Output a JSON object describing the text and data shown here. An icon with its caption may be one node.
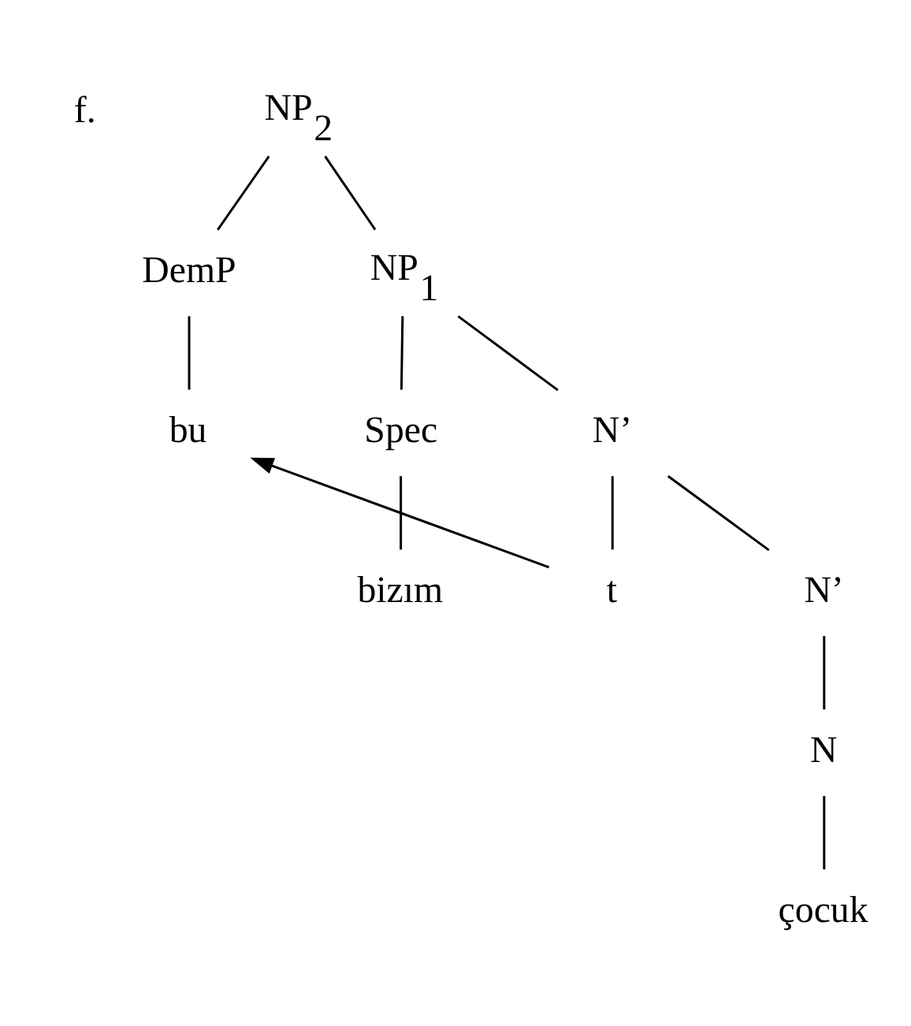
{
  "diagram": {
    "nodes": [
      {
        "text": [
          "NP$_{2}$"
        ]
      },
      {
        "text": [
          "DemP"
        ]
      },
      {
        "text": [
          "NP$_{1}$"
        ]
      },
      {
        "text": [
          "bu"
        ]
      },
      {
        "text": [
          "Spec"
        ]
      },
      {
        "text": [
          "N’"
        ]
      },
      {
        "text": [
          "bizım"
        ]
      },
      {
        "text": [
          "t"
        ]
      },
      {
        "text": [
          "N’"
        ]
      },
      {
        "text": [
          "N"
        ]
      },
      {
        "text": [
          "çocuk"
        ]
      }
    ],
    "edges": [
      {
        "from": 0,
        "to": 1,
        "arrow": "none"
      },
      {
        "from": 0,
        "to": 2,
        "arrow": "none"
      },
      {
        "from": 1,
        "to": 3,
        "arrow": "none"
      },
      {
        "from": 2,
        "to": 4,
        "arrow": "none"
      },
      {
        "from": 2,
        "to": 5,
        "arrow": "none"
      },
      {
        "from": 4,
        "to": 6,
        "arrow": "none"
      },
      {
        "from": 5,
        "to": 7,
        "arrow": "none"
      },
      {
        "from": 5,
        "to": 8,
        "arrow": "none"
      },
      {
        "from": 8,
        "to": 9,
        "arrow": "none"
      },
      {
        "from": 9,
        "to": 10,
        "arrow": "none"
      },
      {
        "from": 7,
        "to": 3,
        "arrow": "to"
      }
    ],
    "labels": [
      "f."
    ]
  }
}
